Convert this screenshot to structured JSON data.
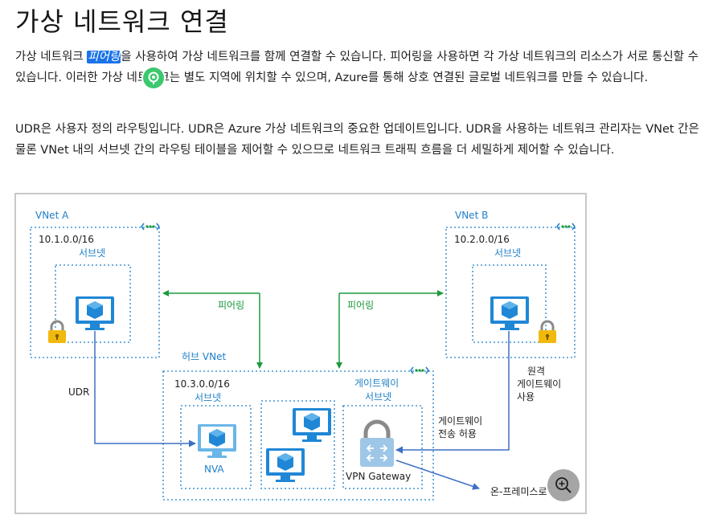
{
  "page": {
    "title": "가상 네트워크 연결",
    "paragraph1": {
      "before": "가상 네트워크 ",
      "highlight": "피어링",
      "after": "을 사용하여 가상 네트워크를 함께 연결할 수 있습니다. 피어링을 사용하면 각 가상 네트워크의 리소스가 서로 통신할 수 있습니다. 이러한 가상 네트워크는 별도 지역에 위치할 수 있으며, Azure를 통해 상호 연결된 글로벌 네트워크를 만들 수 있습니다."
    },
    "paragraph2": "UDR은 사용자 정의 라우팅입니다. UDR은 Azure 가상 네트워크의 중요한 업데이트입니다. UDR을 사용하는 네트워크 관리자는 VNet 간은 물론 VNet 내의 서브넷 간의 라우팅 테이블을 제어할 수 있으므로 네트워크 트래픽 흐름을 더 세밀하게 제어할 수 있습니다."
  },
  "diagram": {
    "vnet_a": {
      "name": "VNet A",
      "cidr": "10.1.0.0/16",
      "subnet": "서브넷"
    },
    "vnet_b": {
      "name": "VNet B",
      "cidr": "10.2.0.0/16",
      "subnet": "서브넷"
    },
    "hub": {
      "name": "허브 VNet",
      "cidr": "10.3.0.0/16",
      "subnet": "서브넷",
      "gateway_subnet_line1": "게이트웨이",
      "gateway_subnet_line2": "서브넷"
    },
    "peering_left": "피어링",
    "peering_right": "피어링",
    "udr_label": "UDR",
    "nva_label": "NVA",
    "vpn_gateway_label": "VPN Gateway",
    "remote_gateway": {
      "line1": "원격",
      "line2": "게이트웨이",
      "line3": "사용"
    },
    "gateway_transit": {
      "line1": "게이트웨이",
      "line2": "전송 허용"
    },
    "onprem_label": "온-프레미스로",
    "colors": {
      "vnet_border": "#1d7fc8",
      "label_blue": "#1d7fc8",
      "peering_green": "#1a9a3c",
      "arrow_blue": "#3e6fc4",
      "lock_gold": "#f2b90d",
      "monitor_blue": "#1f87d6",
      "nva_blue": "#6ab6e8",
      "gateway_icon": "#9ec6e6"
    }
  },
  "overlay": {
    "cursor_icon": "search-cursor-icon",
    "zoom_icon": "zoom-in-icon"
  }
}
